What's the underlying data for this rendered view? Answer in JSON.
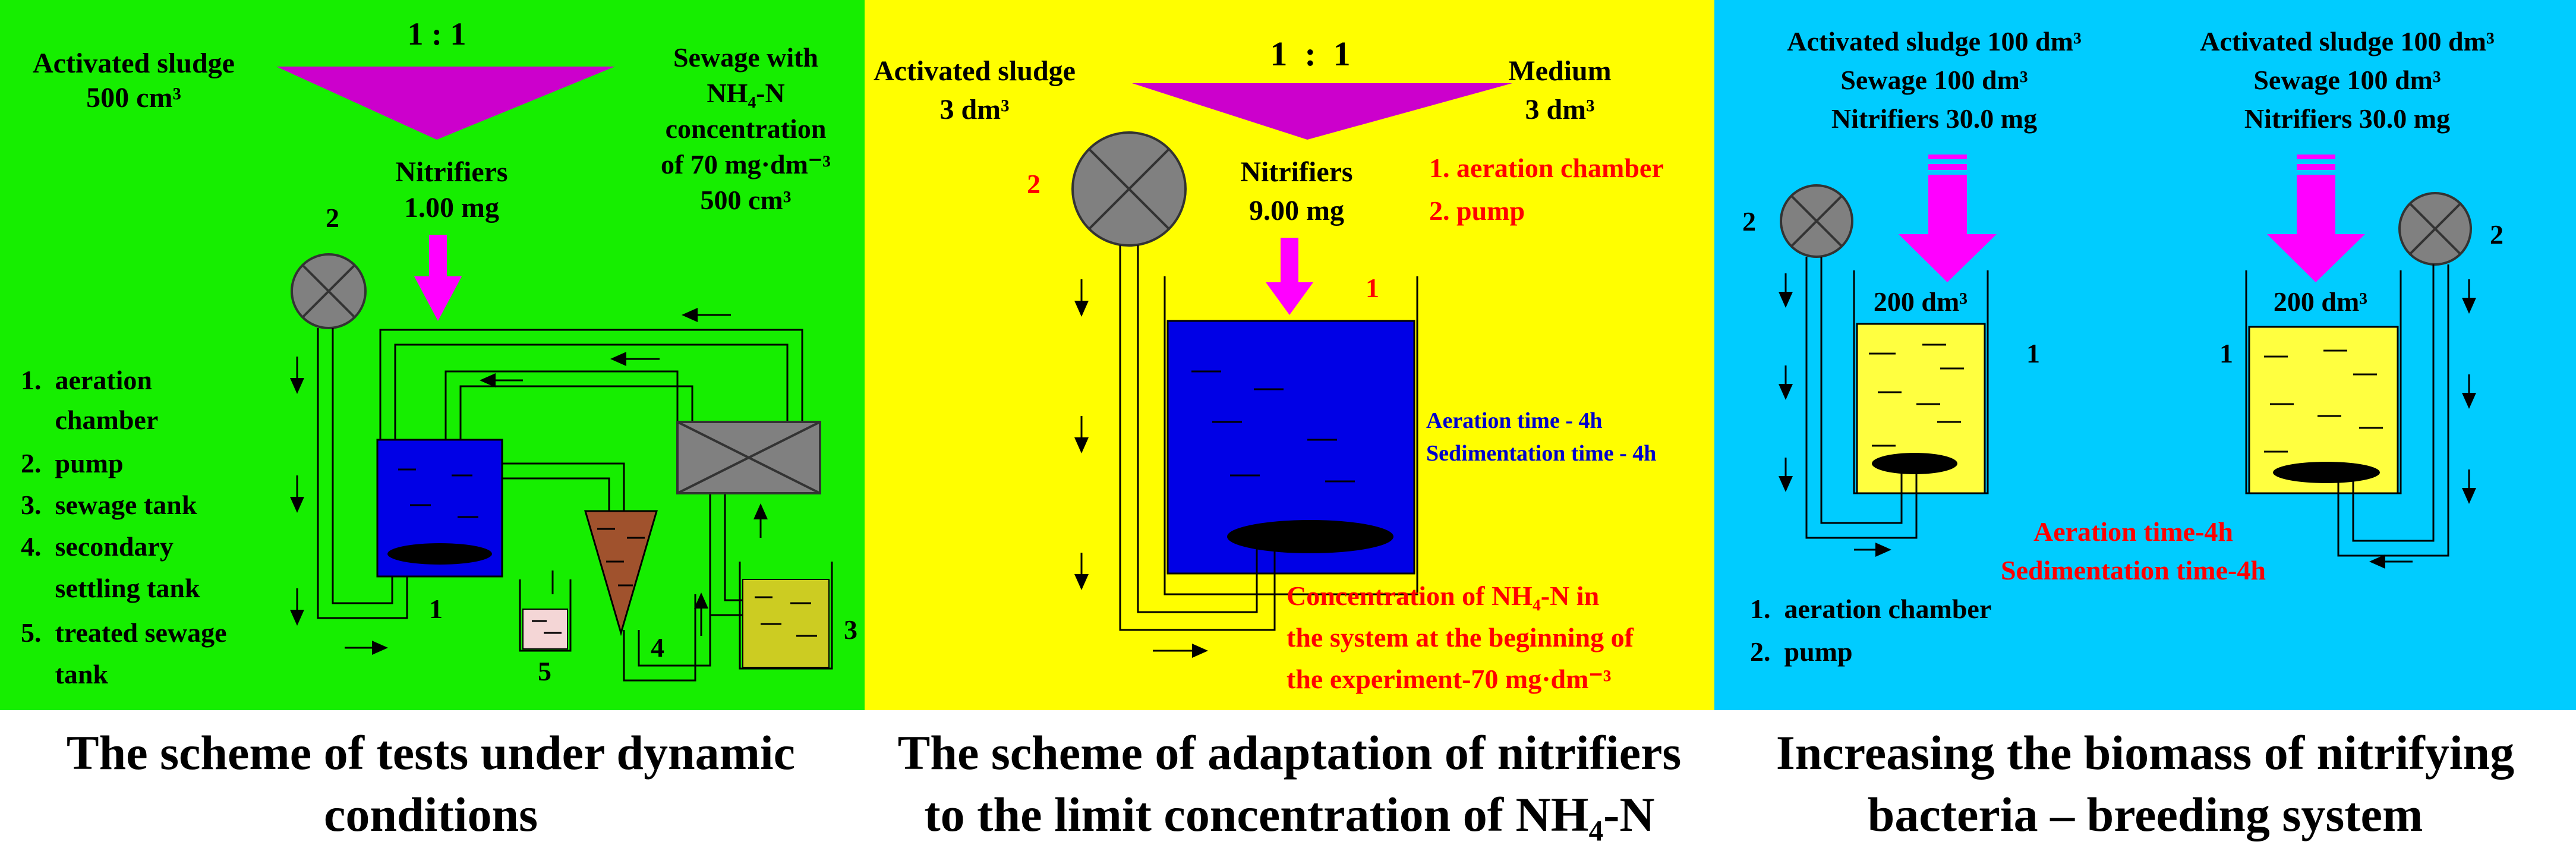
{
  "panels": [
    {
      "id": "dynamic",
      "background": "#16ee00",
      "ratio": "1 : 1",
      "left_label": [
        "Activated sludge",
        "500 cm³"
      ],
      "right_label": [
        "Sewage with",
        "NH₄-N",
        "concentration",
        "of  70 mg·dm⁻³",
        "500 cm³"
      ],
      "center_label": [
        "Nitrifiers",
        "1.00 mg"
      ],
      "legend": [
        "1.  aeration",
        "     chamber",
        "2.  pump",
        "3.  sewage tank",
        "4.  secondary",
        "     settling tank",
        "5.  treated sewage",
        "     tank"
      ],
      "numbers": [
        "1",
        "2",
        "3",
        "4",
        "5"
      ],
      "caption": [
        "The scheme of tests under dynamic",
        "conditions"
      ]
    },
    {
      "id": "adaptation",
      "background": "#fffe00",
      "ratio": "1  :  1",
      "left_label": [
        "Activated sludge",
        "3 dm³"
      ],
      "right_label": [
        "Medium",
        "3 dm³"
      ],
      "center_label": [
        "Nitrifiers",
        "9.00 mg"
      ],
      "legend": [
        "1. aeration chamber",
        "2. pump"
      ],
      "times": [
        "Aeration time - 4h",
        "Sedimentation time - 4h"
      ],
      "note": [
        "Concentration of NH₄-N in",
        "the system at the beginning of",
        "the experiment-70 mg·dm⁻³"
      ],
      "numbers": [
        "1",
        "2"
      ],
      "caption": [
        "The scheme of adaptation of nitrifiers",
        "to the limit concentration of NH₄-N"
      ]
    },
    {
      "id": "breeding",
      "background": "#00ccff",
      "left_label": [
        "Activated sludge 100 dm³",
        "Sewage 100 dm³",
        "Nitrifiers 30.0 mg"
      ],
      "right_label": [
        "Activated sludge 100 dm³",
        "Sewage 100 dm³",
        "Nitrifiers 30.0 mg"
      ],
      "tank_label": "200 dm³",
      "times": [
        "Aeration time-4h",
        "Sedimentation time-4h"
      ],
      "legend": [
        "1.  aeration chamber",
        "2.  pump"
      ],
      "numbers": [
        "1",
        "2"
      ],
      "caption": [
        "Increasing the biomass of nitrifying",
        "bacteria – breeding system"
      ]
    }
  ],
  "colors": {
    "panel1": "#16ee00",
    "panel2": "#fffe00",
    "panel3": "#00ccff",
    "magenta": "#ff00ff",
    "tank_blue": "#0000e6",
    "tank_yellow": "#ffff40",
    "pump_gray": "#808080",
    "red_text": "#ff0000",
    "blue_text": "#0000cc"
  }
}
